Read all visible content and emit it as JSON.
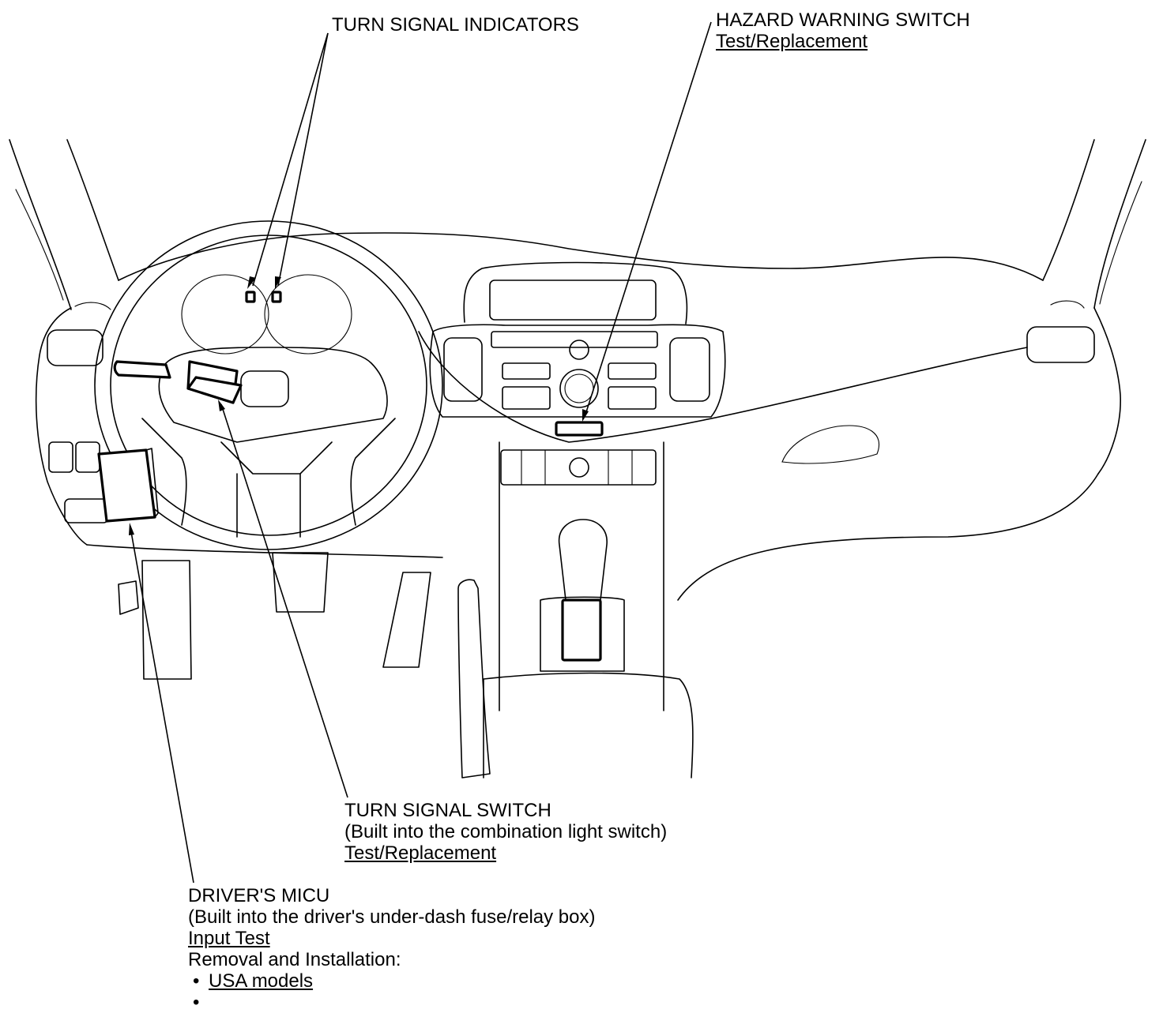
{
  "callouts": {
    "turn_signal_indicators": {
      "title": "TURN SIGNAL INDICATORS"
    },
    "hazard_warning_switch": {
      "title": "HAZARD WARNING SWITCH",
      "link": "Test/Replacement"
    },
    "turn_signal_switch": {
      "title": "TURN SIGNAL SWITCH",
      "note": "(Built into the combination light switch)",
      "link": "Test/Replacement"
    },
    "drivers_micu": {
      "title": "DRIVER'S MICU",
      "note": "(Built into the driver's under-dash fuse/relay box)",
      "link": "Input Test",
      "subheading": "Removal and Installation:",
      "bullets": [
        "USA models",
        ""
      ]
    }
  },
  "colors": {
    "line": "#000000",
    "background": "#ffffff"
  }
}
